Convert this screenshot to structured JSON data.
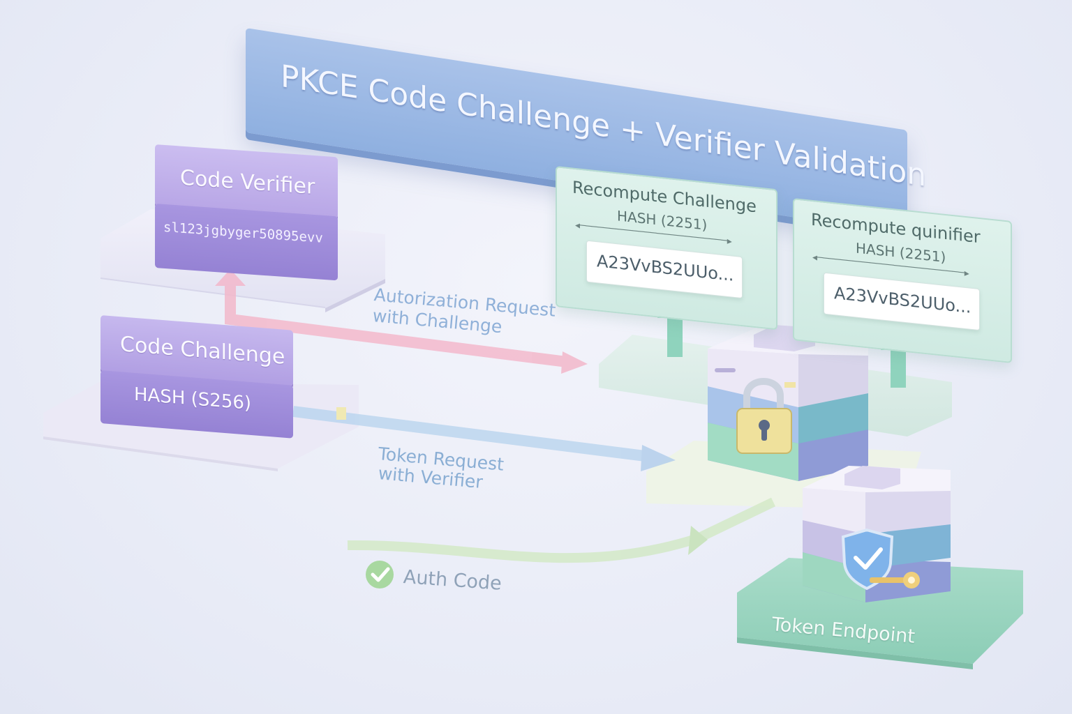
{
  "title": "PKCE Code Challenge + Verifier Validation",
  "client": {
    "verifier": {
      "label": "Code Verifier",
      "value": "sl123jgbyger50895evv"
    },
    "challenge": {
      "label": "Code Challenge",
      "method": "HASH (S256)"
    }
  },
  "server_checks": [
    {
      "title": "Recompute Challenge",
      "hash": "HASH (2251)",
      "value": "A23VvBS2UUo..."
    },
    {
      "title": "Recompute quinifier",
      "hash": "HASH (2251)",
      "value": "A23VvBS2UUo..."
    }
  ],
  "flows": {
    "authorization_request": [
      "Autorization Request",
      "with Challenge"
    ],
    "token_request": [
      "Token Request",
      "with Verifier"
    ],
    "auth_code": "Auth Code"
  },
  "token_endpoint": {
    "label": "Token Endpoint"
  },
  "colors": {
    "title_banner": "#9ab7e4",
    "verifier_block": "#b8a6e6",
    "pink_arrow": "#f2b9cc",
    "blue_arrow": "#bcd4ee",
    "green_arrow": "#cfe7c4",
    "panel": "#d6eee6",
    "check_icon": "#9ed09e"
  }
}
